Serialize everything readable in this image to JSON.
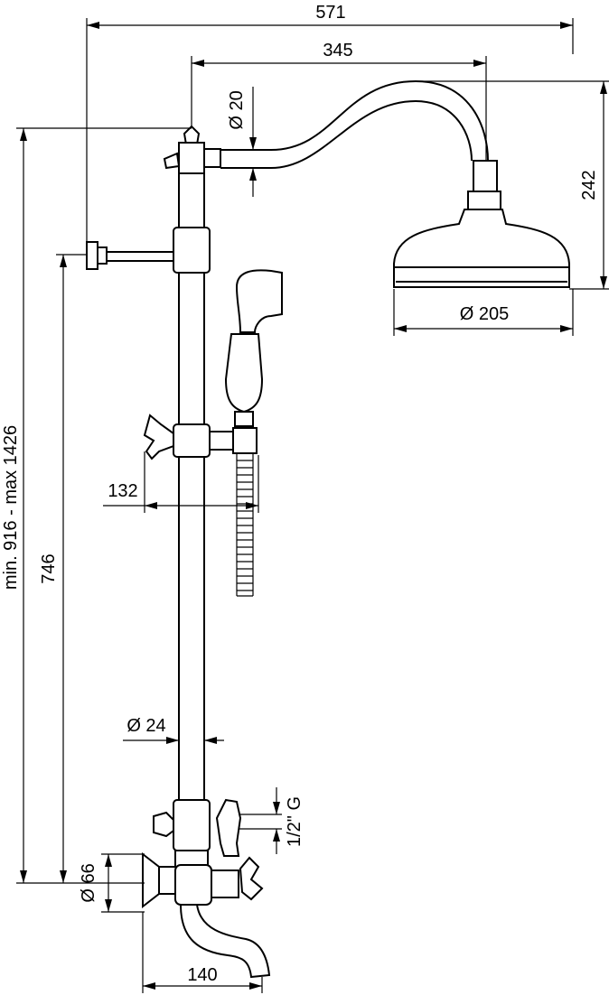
{
  "dimensions": {
    "total_width": "571",
    "arm_reach": "345",
    "arm_diameter": "Ø 20",
    "head_height": "242",
    "head_diameter": "Ø 205",
    "height_range": "min. 916 - max 1426",
    "bracket_height": "746",
    "handshower_offset": "132",
    "pipe_diameter": "Ø 24",
    "thread": "1/2\" G",
    "inlet_diameter": "Ø 66",
    "spout_length": "140"
  }
}
